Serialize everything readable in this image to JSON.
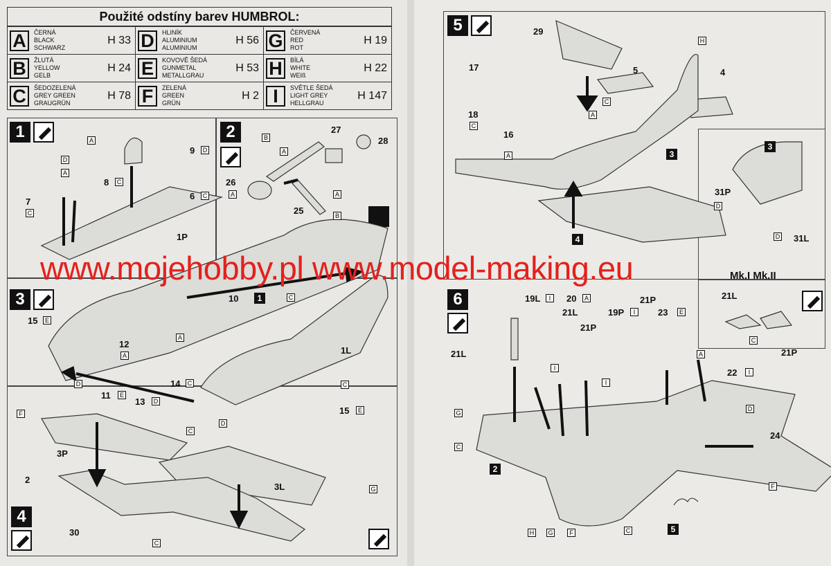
{
  "color_table": {
    "title": "Použité odstíny barev HUMBROL:",
    "colors": [
      {
        "letter": "A",
        "cz": "ČERNÁ",
        "en": "BLACK",
        "de": "SCHWARZ",
        "code": "H 33"
      },
      {
        "letter": "D",
        "cz": "HLINÍK",
        "en": "ALUMINIUM",
        "de": "ALUMINIUM",
        "code": "H 56"
      },
      {
        "letter": "G",
        "cz": "ČERVENÁ",
        "en": "RED",
        "de": "ROT",
        "code": "H 19"
      },
      {
        "letter": "B",
        "cz": "ŽLUTÁ",
        "en": "YELLOW",
        "de": "GELB",
        "code": "H 24"
      },
      {
        "letter": "E",
        "cz": "KOVOVĚ ŠEDÁ",
        "en": "GUNMETAL",
        "de": "METALLGRAU",
        "code": "H 53"
      },
      {
        "letter": "H",
        "cz": "BÍLÁ",
        "en": "WHITE",
        "de": "WEIß",
        "code": "H 22"
      },
      {
        "letter": "C",
        "cz": "ŠEDOZELENÁ",
        "en": "GREY GREEN",
        "de": "GRAUGRÜN",
        "code": "H 78"
      },
      {
        "letter": "F",
        "cz": "ZELENÁ",
        "en": "GREEN",
        "de": "GRÜN",
        "code": "H 2"
      },
      {
        "letter": "I",
        "cz": "SVĚTLE ŠEDÁ",
        "en": "LIGHT GREY",
        "de": "HELLGRAU",
        "code": "H 147"
      }
    ]
  },
  "steps": [
    "1",
    "2",
    "3",
    "4",
    "5",
    "6"
  ],
  "watermark": "www.mojehobby.pl www.model-making.eu",
  "variant_label": "Mk.I  Mk.II",
  "labels": {
    "s1": [
      "9",
      "D",
      "8",
      "C",
      "7",
      "C",
      "6",
      "C",
      "A",
      "D",
      "A"
    ],
    "s2": [
      "27",
      "28",
      "26",
      "A",
      "25",
      "B",
      "A",
      "B",
      "A"
    ],
    "s3": [
      "1P",
      "10",
      "1",
      "C",
      "15",
      "E",
      "A",
      "12",
      "A",
      "14",
      "C",
      "11",
      "E",
      "13",
      "D",
      "D",
      "1L",
      "C",
      "15",
      "E",
      "D"
    ],
    "s4": [
      "F",
      "C",
      "3P",
      "2",
      "G",
      "3L",
      "30",
      "C"
    ],
    "s5": [
      "29",
      "H",
      "17",
      "5",
      "4",
      "C",
      "18",
      "C",
      "A",
      "16",
      "A",
      "3",
      "3",
      "31P",
      "D",
      "D",
      "31L",
      "4"
    ],
    "s6": [
      "21L",
      "21L",
      "19L",
      "I",
      "20",
      "A",
      "21P",
      "21L",
      "21P",
      "19P",
      "I",
      "23",
      "E",
      "A",
      "22",
      "I",
      "C",
      "21P",
      "I",
      "I",
      "G",
      "C",
      "D",
      "24",
      "F",
      "H",
      "G",
      "F",
      "C",
      "5",
      "2"
    ]
  },
  "colors": {
    "watermark": "#e3211d",
    "paper": "#e9e8e5",
    "ink": "#111111"
  }
}
